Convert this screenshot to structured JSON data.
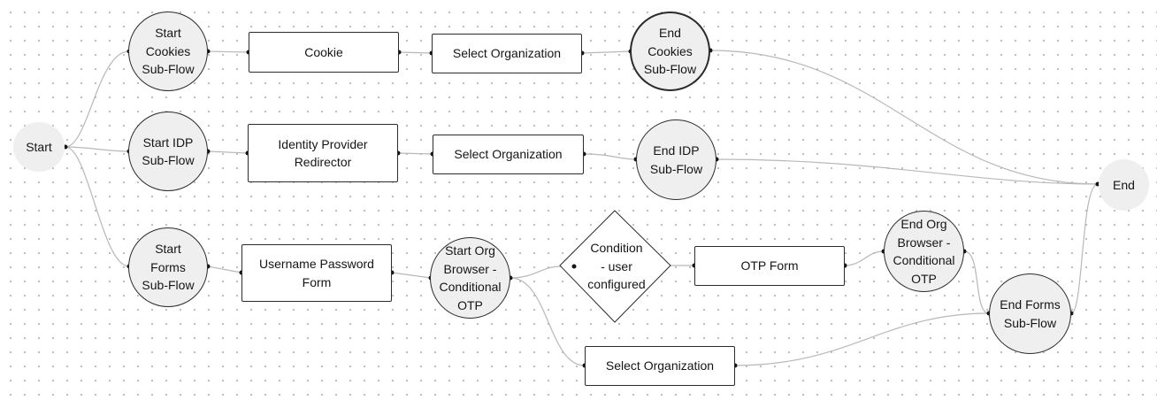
{
  "diagram": {
    "nodes": {
      "start": "Start",
      "end": "End",
      "start_cookies": "Start\nCookies\nSub-Flow",
      "cookie": "Cookie",
      "select_org_1": "Select Organization",
      "end_cookies": "End\nCookies\nSub-Flow",
      "start_idp": "Start IDP\nSub-Flow",
      "idp_redirector": "Identity Provider\nRedirector",
      "select_org_2": "Select Organization",
      "end_idp": "End IDP\nSub-Flow",
      "start_forms": "Start\nForms\nSub-Flow",
      "username_password": "Username Password\nForm",
      "start_org_otp": "Start Org\nBrowser -\nConditional\nOTP",
      "condition": "Condition\n- user\nconfigured",
      "otp_form": "OTP Form",
      "end_org_otp": "End Org\nBrowser -\nConditional\nOTP",
      "select_org_3": "Select Organization",
      "end_forms": "End Forms\nSub-Flow"
    }
  }
}
